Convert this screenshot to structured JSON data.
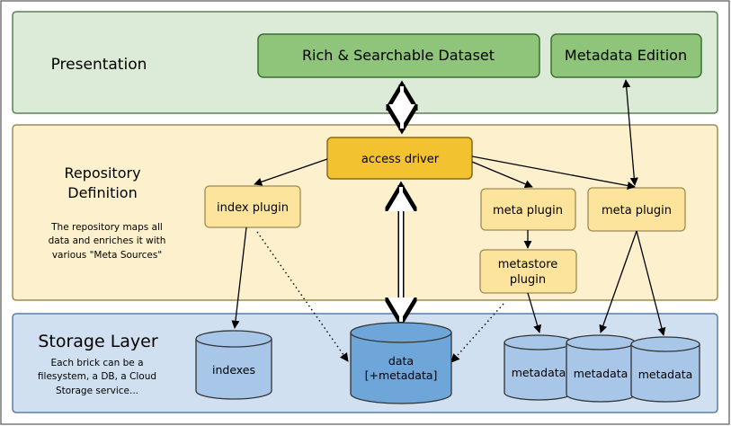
{
  "frame_border_color": "#555555",
  "layers": {
    "presentation": {
      "label": "Presentation",
      "fill": "#dcebd7",
      "stroke": "#5f7f59"
    },
    "repository": {
      "label_line1": "Repository",
      "label_line2": "Definition",
      "fill": "#fdf0cc",
      "stroke": "#9e8a55",
      "note_line1": "The repository maps all",
      "note_line2": "data and enriches it with",
      "note_line3": "various \"Meta Sources\""
    },
    "storage": {
      "label": "Storage Layer",
      "fill": "#d0e0f1",
      "stroke": "#5a7ea8",
      "note_line1": "Each brick can be a",
      "note_line2": "filesystem, a DB, a Cloud",
      "note_line3": "Storage service..."
    }
  },
  "boxes": {
    "rich_dataset": {
      "label": "Rich & Searchable Dataset",
      "fill": "#8fc47b",
      "stroke": "#3d6e34"
    },
    "metadata_edition": {
      "label": "Metadata Edition",
      "fill": "#8fc47b",
      "stroke": "#3d6e34"
    },
    "access_driver": {
      "label": "access driver",
      "fill": "#f3c230",
      "stroke": "#8a6b11"
    },
    "index_plugin": {
      "label": "index plugin"
    },
    "meta_plugin_1": {
      "label": "meta plugin"
    },
    "meta_plugin_2": {
      "label": "meta plugin"
    },
    "metastore_plugin": {
      "label_line1": "metastore",
      "label_line2": "plugin"
    },
    "plugin_fill": "#fde49d",
    "plugin_stroke": "#9e8a55"
  },
  "cylinders": {
    "indexes": {
      "label": "indexes"
    },
    "data": {
      "label_line1": "data",
      "label_line2": "[+metadata]",
      "fill": "#6fa6d9"
    },
    "metadata_1": {
      "label": "metadata"
    },
    "metadata_2": {
      "label": "metadata"
    },
    "metadata_3": {
      "label": "metadata"
    },
    "fill": "#a8c7e8",
    "stroke": "#333333"
  },
  "arrow_color": "#000000"
}
